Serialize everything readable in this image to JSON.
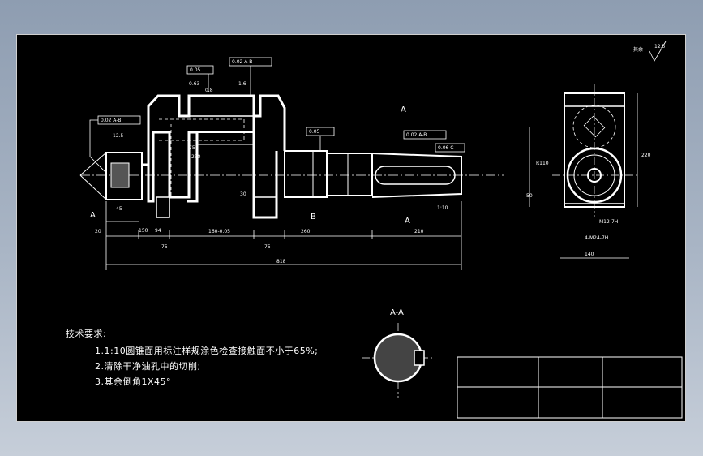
{
  "roughness_note": "其余",
  "roughness_note_value": "12.5",
  "view_labels": {
    "section_marker_top": "A",
    "section_marker_bottom": "A",
    "section_title": "A-A",
    "datum_a": "A",
    "datum_b": "B"
  },
  "technical_requirements": {
    "title": "技术要求:",
    "items": [
      "1.1:10圆锥面用标注样规涂色检查接触面不小于65%;",
      "2.清除干净油孔中的切削;",
      "3.其余倒角1X45°"
    ]
  },
  "dimensions": {
    "total_length": "818",
    "seg_94": "94",
    "seg_150": "150",
    "seg_75a": "75",
    "seg_mid": "160-0.05",
    "seg_75b": "75",
    "seg_260": "260",
    "seg_210": "210",
    "seg_75_top": "75",
    "seg_230": "230",
    "seg_45": "45",
    "dim_20": "20",
    "dim_30": "30",
    "rough_125": "12.5",
    "rough_08": "0.8",
    "rough_063": "0.63",
    "rough_16": "1.6",
    "tol_a1": "0.02 A-B",
    "tol_a2": "0.05",
    "tol_a3": "0.02 A-B",
    "tol_a4": "0.05",
    "tol_a5": "0.02 A-B",
    "tol_a6": "0.06 C",
    "taper": "1:10",
    "side_height": "220",
    "side_r": "R110",
    "side_50": "50",
    "side_w": "140",
    "side_m1": "M12-7H",
    "side_m2": "4-M24-7H"
  }
}
